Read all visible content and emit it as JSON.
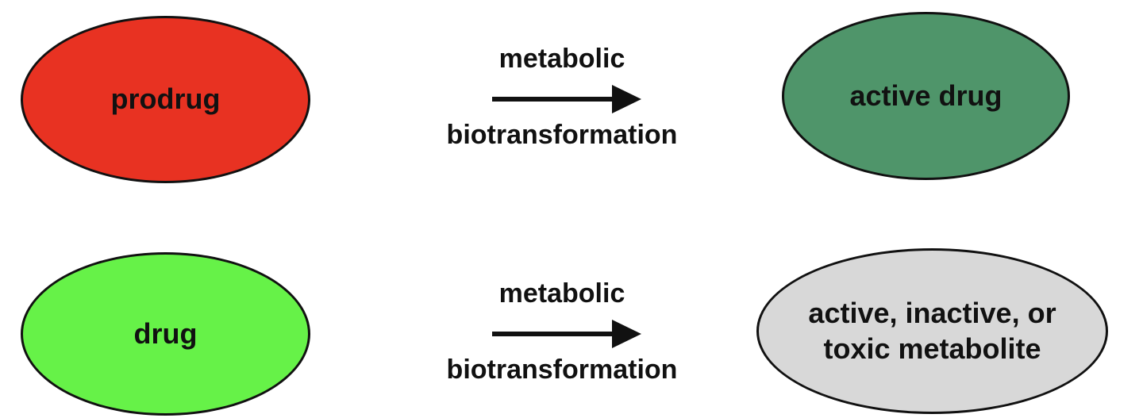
{
  "diagram": {
    "rows": [
      {
        "source": {
          "label": "prodrug",
          "color": "#e83222"
        },
        "connector": {
          "label_top": "metabolic",
          "label_bottom": "biotransformation",
          "icon": "right-arrow-icon"
        },
        "target": {
          "label": "active drug",
          "color": "#4f956a"
        }
      },
      {
        "source": {
          "label": "drug",
          "color": "#66f248"
        },
        "connector": {
          "label_top": "metabolic",
          "label_bottom": "biotransformation",
          "icon": "right-arrow-icon"
        },
        "target": {
          "label": "active, inactive, or\ntoxic metabolite",
          "color": "#d8d8d8"
        }
      }
    ]
  }
}
